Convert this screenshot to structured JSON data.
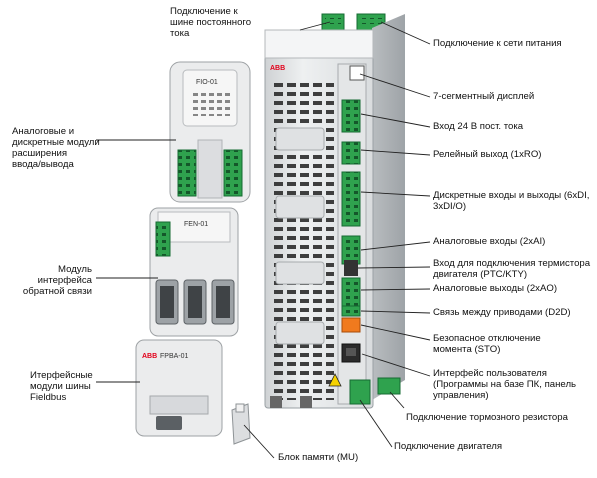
{
  "labels": {
    "dc_bus": [
      "Подключение к",
      "шине постоянного",
      "тока"
    ],
    "power": "Подключение к сети питания",
    "seven_seg": "7-сегментный дисплей",
    "input_24v": "Вход 24 В пост. тока",
    "relay": "Релейный выход (1xRO)",
    "digital_io": [
      "Дискретные входы и выходы (6xDI,",
      "3xDI/O)"
    ],
    "analog_in": "Аналоговые входы (2xAI)",
    "thermistor": [
      "Вход для подключения термистора",
      "двигателя (PTC/KTY)"
    ],
    "analog_out": "Аналоговые выходы (2xAO)",
    "d2d": "Связь между приводами (D2D)",
    "sto": [
      "Безопасное отключение",
      "момента (STO)"
    ],
    "ui": [
      "Интерфейс пользователя",
      "(Программы на базе ПК, панель",
      "управления)"
    ],
    "brake": "Подключение тормозного резистора",
    "motor": "Подключение двигателя",
    "memory": "Блок памяти (MU)",
    "io_modules": [
      "Аналоговые и",
      "дискретные модули",
      "расширения",
      "ввода/вывода"
    ],
    "feedback": [
      "Модуль",
      "интерфейса",
      "обратной связи"
    ],
    "fieldbus": [
      "Итерфейсные",
      "модули шины",
      "Fieldbus"
    ]
  },
  "devices": {
    "brand": "ABB",
    "io_module_name": "FIO-01",
    "feedback_module_name": "FEN-01",
    "fieldbus_module_name": "FPBA-01"
  },
  "colors": {
    "terminal_green": "#2fa24e",
    "sto_orange": "#f07a1e",
    "brand_red": "#e2001a",
    "housing": "#e8e9ea",
    "line": "#222222"
  }
}
